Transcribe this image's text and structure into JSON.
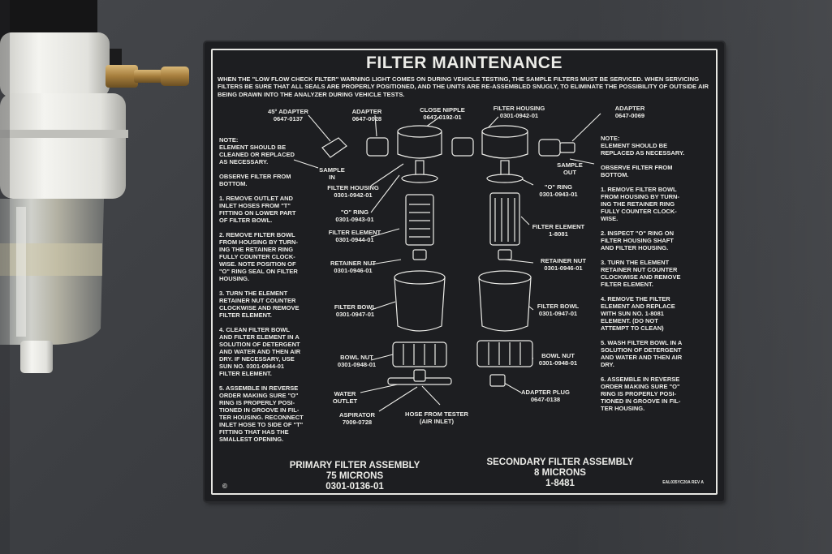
{
  "plate": {
    "title": "FILTER MAINTENANCE",
    "intro": "WHEN THE \"LOW FLOW CHECK FILTER\" WARNING LIGHT COMES ON DURING VEHICLE TESTING, THE SAMPLE FILTERS MUST BE SERVICED. WHEN SERVICING FILTERS BE SURE THAT ALL SEALS ARE PROPERLY POSITIONED, AND THE UNITS ARE RE-ASSEMBLED SNUGLY, TO ELIMINATE THE POSSIBILITY OF OUTSIDE AIR BEING DRAWN INTO THE ANALYZER DURING VEHICLE TESTS.",
    "labels": {
      "adapter_45": "45° ADAPTER\n0647-0137",
      "adapter_0028": "ADAPTER\n0647-0028",
      "close_nipple": "CLOSE NIPPLE\n0647-0192-01",
      "filter_housing_top": "FILTER HOUSING\n0301-0942-01",
      "adapter_0069": "ADAPTER\n0647-0069",
      "sample_in": "SAMPLE\nIN",
      "sample_out": "SAMPLE\nOUT",
      "filter_housing_left": "FILTER HOUSING\n0301-0942-01",
      "o_ring_left": "\"O\" RING\n0301-0943-01",
      "o_ring_right": "\"O\" RING\n0301-0943-01",
      "filter_element_left": "FILTER ELEMENT\n0301-0944-01",
      "filter_element_right": "FILTER ELEMENT\n1-8081",
      "retainer_nut_left": "RETAINER NUT\n0301-0946-01",
      "retainer_nut_right": "RETAINER NUT\n0301-0946-01",
      "filter_bowl_left": "FILTER BOWL\n0301-0947-01",
      "filter_bowl_right": "FILTER BOWL\n0301-0947-01",
      "bowl_nut_left": "BOWL NUT\n0301-0948-01",
      "bowl_nut_right": "BOWL NUT\n0301-0948-01",
      "water_outlet": "WATER\nOUTLET",
      "aspirator": "ASPIRATOR\n7009-0728",
      "hose_from_tester": "HOSE FROM TESTER\n(AIR INLET)",
      "adapter_plug": "ADAPTER PLUG\n0647-0138"
    },
    "left_steps": "NOTE:\nELEMENT SHOULD BE\nCLEANED OR REPLACED\nAS NECESSARY.\n\nOBSERVE FILTER FROM\nBOTTOM.\n\n1. REMOVE OUTLET AND\nINLET HOSES FROM \"T\"\nFITTING ON LOWER PART\nOF FILTER BOWL.\n\n2. REMOVE FILTER BOWL\nFROM HOUSING BY TURN-\nING THE RETAINER RING\nFULLY COUNTER CLOCK-\nWISE. NOTE POSITION OF\n\"O\" RING SEAL ON FILTER\nHOUSING.\n\n3. TURN THE ELEMENT\nRETAINER NUT COUNTER\nCLOCKWISE AND REMOVE\nFILTER ELEMENT.\n\n4. CLEAN FILTER BOWL\nAND FILTER ELEMENT IN A\nSOLUTION OF DETERGENT\nAND WATER AND THEN AIR\nDRY. IF NECESSARY, USE\nSUN NO. 0301-0944-01\nFILTER ELEMENT.\n\n5. ASSEMBLE IN REVERSE\nORDER MAKING SURE \"O\"\nRING IS PROPERLY POSI-\nTIONED IN GROOVE IN FIL-\nTER HOUSING. RECONNECT\nINLET HOSE TO SIDE OF \"T\"\nFITTING THAT HAS THE\nSMALLEST OPENING.",
    "right_steps": "NOTE:\nELEMENT SHOULD BE\nREPLACED AS NECESSARY.\n\nOBSERVE FILTER FROM\nBOTTOM.\n\n1. REMOVE FILTER BOWL\nFROM HOUSING BY TURN-\nING THE RETAINER RING\nFULLY COUNTER CLOCK-\nWISE.\n\n2. INSPECT \"O\" RING ON\nFILTER HOUSING SHAFT\nAND FILTER HOUSING.\n\n3. TURN THE ELEMENT\nRETAINER NUT COUNTER\nCLOCKWISE AND REMOVE\nFILTER ELEMENT.\n\n4. REMOVE THE FILTER\nELEMENT AND REPLACE\nWITH SUN NO. 1-8081\nELEMENT. (DO NOT\nATTEMPT TO CLEAN)\n\n5. WASH FILTER BOWL IN A\nSOLUTION OF DETERGENT\nAND WATER AND THEN AIR\nDRY.\n\n6. ASSEMBLE IN REVERSE\nORDER MAKING SURE \"O\"\nRING IS PROPERLY POSI-\nTIONED IN GROOVE IN FIL-\nTER HOUSING.",
    "primary_assembly": "PRIMARY FILTER ASSEMBLY\n75 MICRONS\n0301-0136-01",
    "secondary_assembly": "SECONDARY FILTER ASSEMBLY\n8 MICRONS\n1-8481",
    "part_code": "EAL035YC20A REV A",
    "copyright_mark": "©"
  },
  "colors": {
    "plate": "#1d1e21",
    "ink": "#ecece8",
    "panel": "#3b3d41"
  }
}
